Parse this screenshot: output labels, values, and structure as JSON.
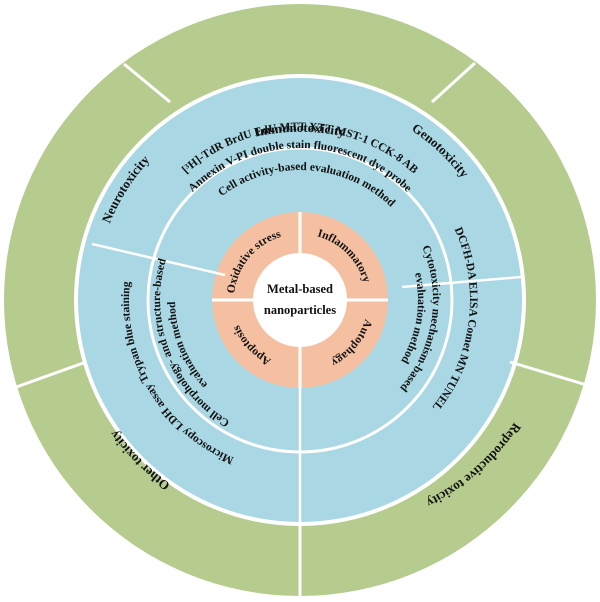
{
  "center": {
    "line1": "Metal-based",
    "line2": "nanoparticles"
  },
  "inner_ring": [
    "Oxidative stress",
    "Inflammatory",
    "Autophagy",
    "Apoptosis"
  ],
  "method_ring": [
    "Cell activity-based evaluation method",
    "Cytotoxicity mechanism-based",
    "evaluation method",
    "Cell morphology- and structure-based",
    "evaluation method"
  ],
  "technique_ring": {
    "top_line1": "[³H]-TdR BrdU EdU MTT XTT MST-1 CCK-8 AB",
    "top_line2": "Annexin V-PI double stain fluorescent dye probe",
    "right": "DCFH-DA ELISA Comet MN TUNEL",
    "left_line1": "Microscopy LDH assay Trypan blue staining"
  },
  "outer_ring": [
    "Immunotoxicity",
    "Genotoxicity",
    "Reproductive toxicity",
    "Other toxicity",
    "Neurotoxicity"
  ],
  "colors": {
    "outer_green": "#b5cc8e",
    "mid_blue": "#a9d7e3",
    "inner_orange": "#f5c0a2",
    "divider": "#ffffff",
    "text": "#111111"
  }
}
